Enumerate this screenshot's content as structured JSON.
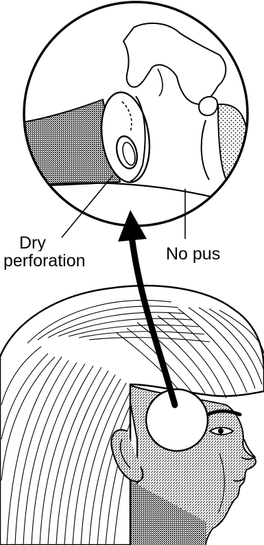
{
  "labels": {
    "dry_perforation_line1": "Dry",
    "dry_perforation_line2": "perforation",
    "no_pus": "No pus"
  },
  "colors": {
    "ink": "#000000",
    "paper": "#ffffff"
  }
}
